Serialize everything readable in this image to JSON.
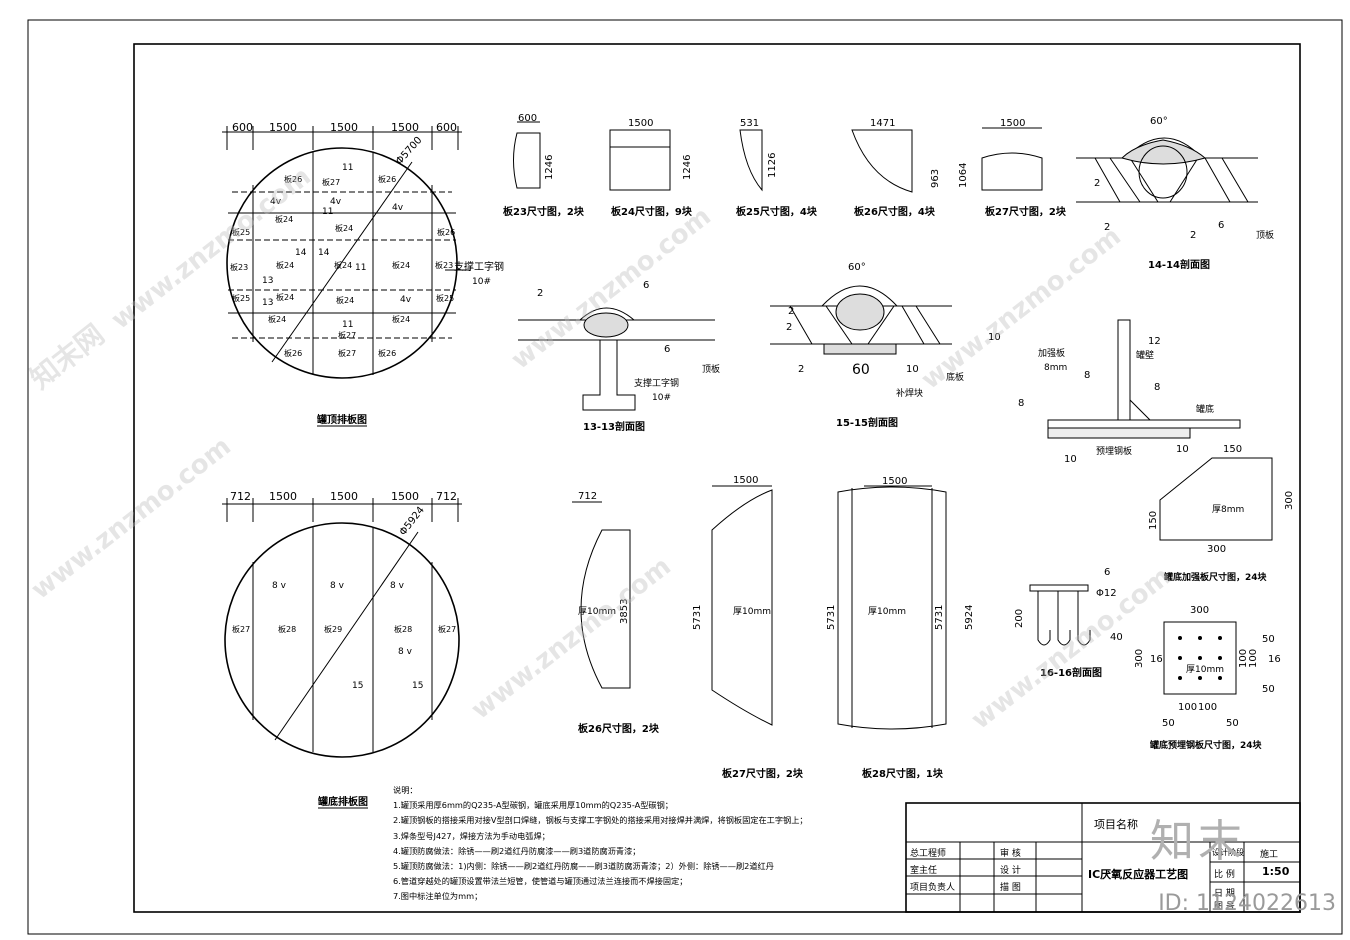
{
  "titles": {
    "top_plan": "罐顶排板图",
    "bottom_plan": "罐底排板图",
    "p23": "板23尺寸图，2块",
    "p24": "板24尺寸图，9块",
    "p25": "板25尺寸图，4块",
    "p26a": "板26尺寸图，4块",
    "p27a": "板27尺寸图，2块",
    "s1414": "14-14剖面图",
    "s1313": "13-13剖面图",
    "s1515": "15-15剖面图",
    "s1616": "16-16剖面图",
    "p26b": "板26尺寸图，2块",
    "p27b": "板27尺寸图，2块",
    "p28": "板28尺寸图，1块",
    "rib": "罐底加强板尺寸图，24块",
    "embed": "罐底预埋钢板尺寸图，24块"
  },
  "top_plan": {
    "dims": [
      "600",
      "1500",
      "1500",
      "1500",
      "600"
    ],
    "diameter": "Φ5700",
    "plates": [
      "板26",
      "板27",
      "板26",
      "板25",
      "板24",
      "板24",
      "板26",
      "板23",
      "板24",
      "板24",
      "板24",
      "板23",
      "板25",
      "板24",
      "板24",
      "板24",
      "板25",
      "板24",
      "板27",
      "板26",
      "板27",
      "板26"
    ],
    "sections": [
      "13",
      "13",
      "14",
      "14",
      "11",
      "11",
      "11",
      "11"
    ],
    "welds": [
      "4v",
      "4v",
      "4v",
      "4v"
    ],
    "beam_label": "支撑工字钢",
    "beam_size": "10#"
  },
  "bottom_plan": {
    "dims": [
      "712",
      "1500",
      "1500",
      "1500",
      "712"
    ],
    "diameter": "Φ5924",
    "plates": [
      "板27",
      "板28",
      "板29",
      "板28",
      "板27"
    ],
    "welds": [
      "8 v",
      "8 v",
      "8 v",
      "8 v"
    ],
    "sections": [
      "15",
      "15"
    ]
  },
  "part_dims": {
    "p23": [
      "600",
      "1246"
    ],
    "p24": [
      "1500",
      "1246"
    ],
    "p25": [
      "531",
      "1126"
    ],
    "p26a": [
      "1471",
      "963"
    ],
    "p27a": [
      "1500",
      "1064"
    ],
    "p26b": [
      "712",
      "3853"
    ],
    "p27b": [
      "1500",
      "5731"
    ],
    "p28": [
      "1500",
      "5731",
      "5731",
      "5924"
    ],
    "thick": "厚10mm"
  },
  "sec1414": {
    "angle": "60°",
    "dims": [
      "2",
      "2",
      "2",
      "6"
    ],
    "label": "顶板"
  },
  "sec1313": {
    "dims": [
      "2",
      "6",
      "6"
    ],
    "labels": [
      "顶板",
      "支撑工字钢",
      "10#"
    ]
  },
  "sec1515": {
    "angle": "60°",
    "dims": [
      "2",
      "2",
      "2",
      "60",
      "10",
      "10"
    ],
    "labels": [
      "底板",
      "补焊块"
    ]
  },
  "detail_right": {
    "labels": [
      "加强板",
      "8mm",
      "罐壁",
      "罐底",
      "预埋钢板"
    ],
    "dims": [
      "12",
      "8",
      "8",
      "8",
      "10",
      "10"
    ]
  },
  "rib": {
    "dims": [
      "150",
      "300",
      "150",
      "300"
    ],
    "thick": "厚8mm"
  },
  "anchor": {
    "dims": [
      "200",
      "6",
      "Φ12",
      "40"
    ]
  },
  "embed": {
    "dims": [
      "300",
      "300",
      "50",
      "100",
      "100",
      "50",
      "16",
      "16",
      "100",
      "100",
      "50",
      "50"
    ],
    "thick": "厚10mm"
  },
  "notes": [
    "说明：",
    "1.罐顶采用厚6mm的Q235-A型碳钢，罐底采用厚10mm的Q235-A型碳钢；",
    "2.罐顶钢板的搭接采用对接V型剖口焊缝，钢板与支撑工字钢处的搭接采用对接焊并满焊，将钢板固定在工字钢上；",
    "3.焊条型号J427，焊接方法为手动电弧焊；",
    "4.罐顶防腐做法：除锈——刷2道红丹防腐漆——刷3道防腐沥青漆；",
    "5.罐顶防腐做法：1)内侧：除锈——刷2道红丹防腐——刷3道防腐沥青漆；2）外侧：除锈——刷2道红丹",
    "6.管道穿越处的罐顶设置带法兰短管，使管道与罐顶通过法兰连接而不焊接固定；",
    "7.图中标注单位为mm；"
  ],
  "title_block": {
    "project_label": "项目名称",
    "drawing_title": "IC厌氧反应器工艺图",
    "rows": [
      [
        "总工程师",
        "审  核"
      ],
      [
        "室主任",
        "设  计"
      ],
      [
        "项目负责人",
        "描  图"
      ]
    ],
    "right": [
      "设计阶段",
      "施工",
      "比  例",
      "1:50",
      "日  期",
      "图  号"
    ]
  },
  "watermark": "www.znzmo.com",
  "watermark_cn": "知末网",
  "logo": "知末",
  "id_text": "ID: 1124022613"
}
